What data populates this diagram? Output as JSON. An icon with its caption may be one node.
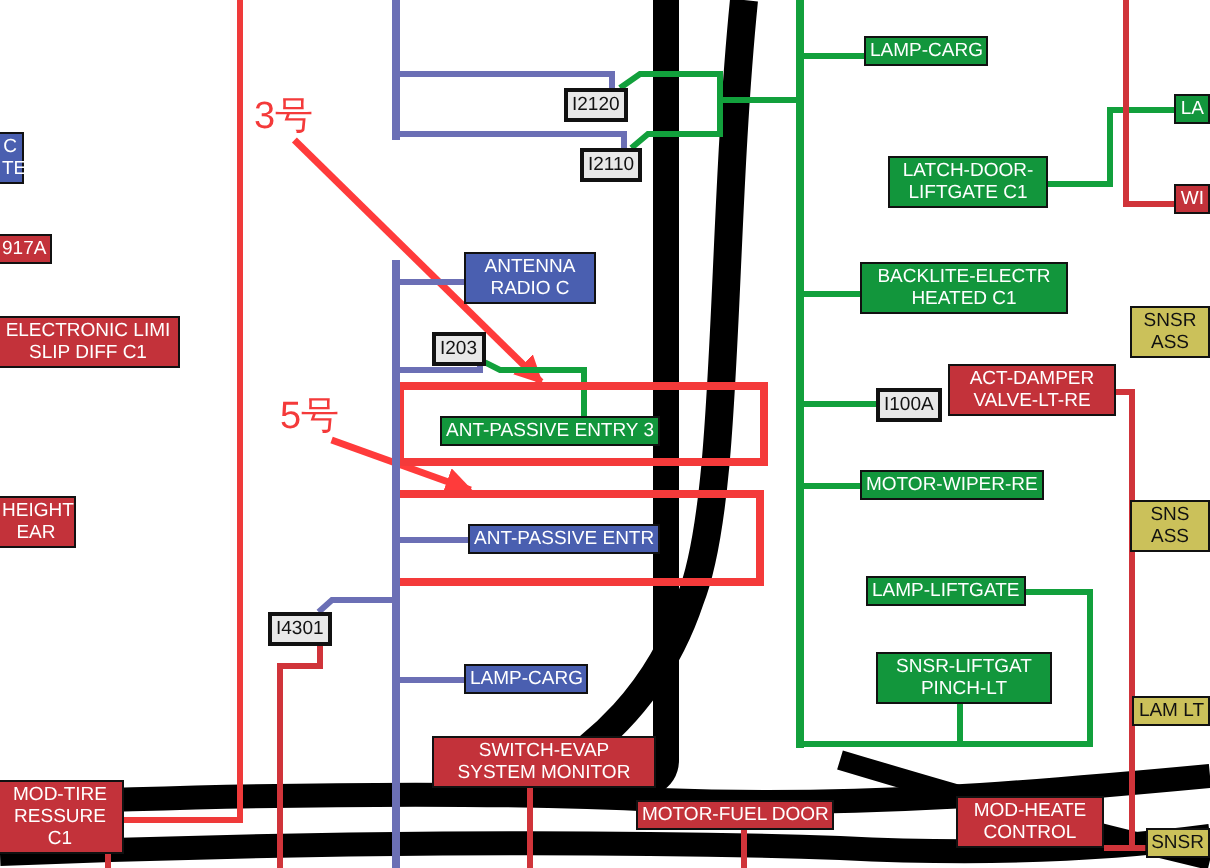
{
  "diagram": {
    "nodes": [
      {
        "text": [
          "C TE"
        ]
      },
      {
        "text": [
          "917A"
        ]
      },
      {
        "text": [
          "ELECTRONIC LIMI SLIP DIFF C1"
        ]
      },
      {
        "text": [
          "HEIGHT EAR"
        ]
      },
      {
        "text": [
          "MOD-TIRE RESSURE C1"
        ]
      },
      {
        "text": [
          "I2120"
        ]
      },
      {
        "text": [
          "I2110"
        ]
      },
      {
        "text": [
          "ANTENNA RADIO C"
        ]
      },
      {
        "text": [
          "I203"
        ]
      },
      {
        "text": [],
        "shape": "box"
      },
      {
        "text": [
          "ANT-PASSIVE ENTRY 3"
        ],
        "in": 9
      },
      {
        "text": [],
        "shape": "box"
      },
      {
        "text": [
          "ANT-PASSIVE ENTR"
        ],
        "in": 11
      },
      {
        "text": [
          "I4301"
        ]
      },
      {
        "text": [
          "LAMP-CARG"
        ]
      },
      {
        "text": [
          "SWITCH-EVAP SYSTEM MONITOR"
        ]
      },
      {
        "text": [
          "MOTOR-FUEL DOOR"
        ]
      },
      {
        "text": [
          "LAMP-CARG"
        ]
      },
      {
        "text": [
          "LATCH-DOOR- LIFTGATE C1"
        ]
      },
      {
        "text": [
          "BACKLITE-ELECTR HEATED C1"
        ]
      },
      {
        "text": [
          "I100A"
        ]
      },
      {
        "text": [
          "ACT-DAMPER VALVE-LT-RE"
        ]
      },
      {
        "text": [
          "MOTOR-WIPER-RE"
        ]
      },
      {
        "text": [
          "LAMP-LIFTGATE"
        ]
      },
      {
        "text": [
          "SNSR-LIFTGAT PINCH-LT"
        ]
      },
      {
        "text": [
          "MOD-HEATE CONTROL"
        ]
      },
      {
        "text": [
          "LA"
        ]
      },
      {
        "text": [
          "WI"
        ]
      },
      {
        "text": [
          "SNSR ASS"
        ]
      },
      {
        "text": [
          "SNS ASS"
        ]
      },
      {
        "text": [
          "LAM LT"
        ]
      },
      {
        "text": [
          "SNSR"
        ]
      },
      {
        "text": [
          "3号"
        ]
      },
      {
        "text": [
          "5号"
        ]
      },
      {
        "text": [],
        "shape": "bar"
      },
      {
        "text": [],
        "shape": "bar"
      },
      {
        "text": [],
        "shape": "bar"
      }
    ],
    "edges": [
      {
        "from": 32,
        "to": 9,
        "arrow": "to",
        "color": "#ff3b3b"
      },
      {
        "from": 33,
        "to": 11,
        "arrow": "to",
        "color": "#ff3b3b"
      },
      {
        "from": 34,
        "to": 5,
        "arrow": "none",
        "color": "#6b6fb5"
      },
      {
        "from": 34,
        "to": 6,
        "arrow": "none",
        "color": "#6b6fb5"
      },
      {
        "from": 5,
        "to": 36,
        "arrow": "none",
        "color": "#12a03c"
      },
      {
        "from": 6,
        "to": 36,
        "arrow": "none",
        "color": "#12a03c"
      },
      {
        "from": 35,
        "to": 7,
        "arrow": "none",
        "color": "#6b6fb5"
      },
      {
        "from": 35,
        "to": 8,
        "arrow": "none",
        "color": "#6b6fb5"
      },
      {
        "from": 8,
        "to": 10,
        "arrow": "none",
        "color": "#12a03c"
      },
      {
        "from": 35,
        "to": 12,
        "arrow": "none",
        "color": "#6b6fb5"
      },
      {
        "from": 35,
        "to": 13,
        "arrow": "none",
        "color": "#6b6fb5"
      },
      {
        "from": 35,
        "to": 14,
        "arrow": "none",
        "color": "#6b6fb5"
      },
      {
        "from": 36,
        "to": 17,
        "arrow": "none",
        "color": "#12a03c"
      },
      {
        "from": 36,
        "to": 19,
        "arrow": "none",
        "color": "#12a03c"
      },
      {
        "from": 36,
        "to": 20,
        "arrow": "none",
        "color": "#12a03c"
      },
      {
        "from": 36,
        "to": 22,
        "arrow": "none",
        "color": "#12a03c"
      },
      {
        "from": 36,
        "to": 23,
        "arrow": "none",
        "color": "#12a03c"
      },
      {
        "from": 36,
        "to": 24,
        "arrow": "none",
        "color": "#12a03c"
      },
      {
        "from": 18,
        "to": 26,
        "arrow": "none",
        "color": "#12a03c"
      },
      {
        "from": null,
        "to": 27,
        "arrow": "none",
        "color": "#d0343a"
      },
      {
        "from": null,
        "to": 4,
        "arrow": "none",
        "color": "#ef3a3a"
      },
      {
        "from": 4,
        "to": null,
        "arrow": "none",
        "color": "#d0343a"
      },
      {
        "from": 13,
        "to": null,
        "arrow": "none",
        "color": "#d0343a"
      },
      {
        "from": 15,
        "to": null,
        "arrow": "none",
        "color": "#d0343a"
      },
      {
        "from": 16,
        "to": null,
        "arrow": "none",
        "color": "#d0343a"
      },
      {
        "from": 21,
        "to": 31,
        "arrow": "none",
        "color": "#d0343a"
      },
      {
        "from": 25,
        "to": 31,
        "arrow": "none",
        "color": "#d0343a"
      }
    ]
  }
}
